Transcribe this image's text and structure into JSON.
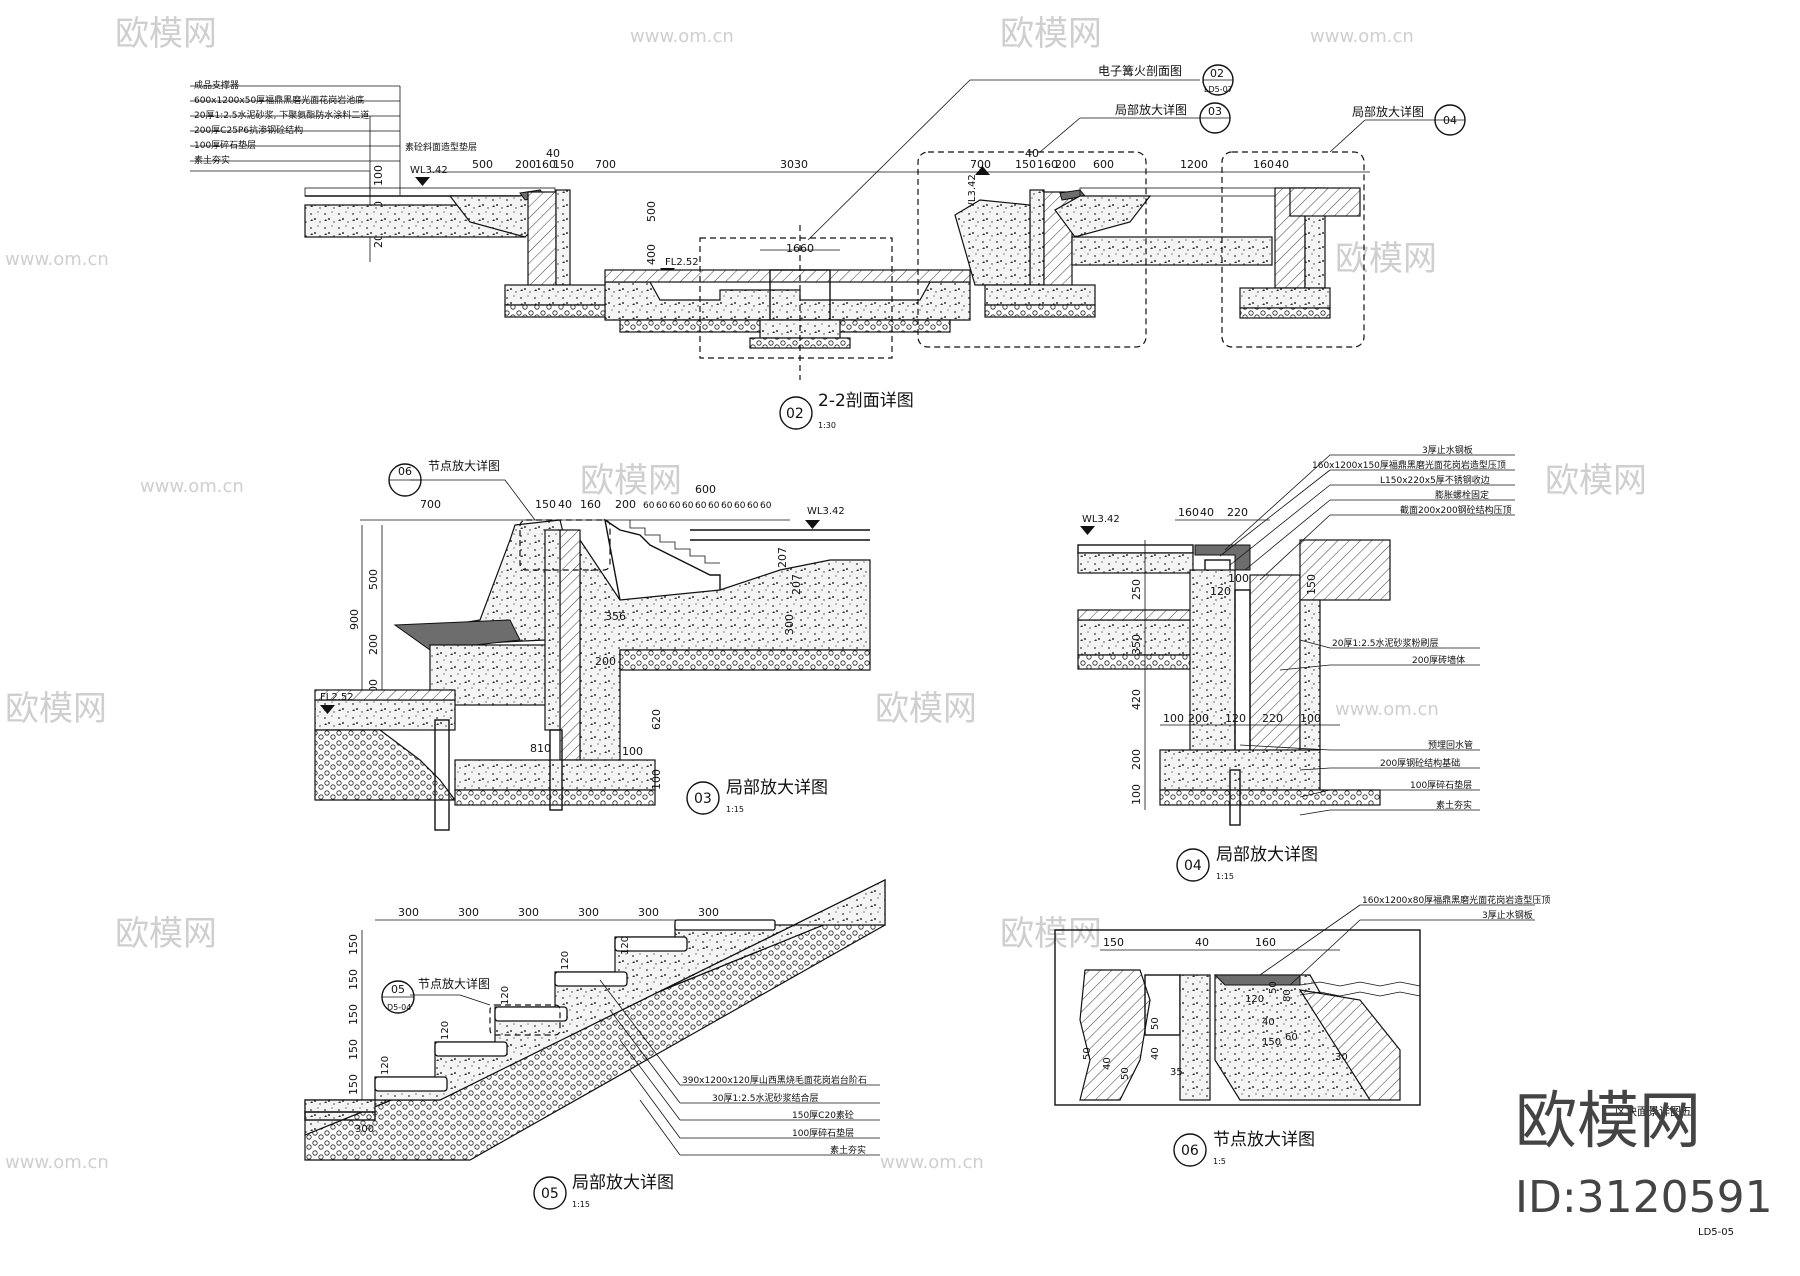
{
  "watermark": {
    "site": "www.om.cn",
    "brand": "欧模网",
    "big_brand": "欧模网",
    "id_label": "ID:3120591"
  },
  "sheet_number": "LD5-05",
  "sheet_title_partial": "区块面景详图五",
  "section_02": {
    "number": "02",
    "title": "2-2剖面详图",
    "scale": "1:30",
    "layer_notes": [
      "成品支撑器",
      "600x1200x50厚福鼎黑磨光面花岗岩池底",
      "20厚1:2.5水泥砂浆, 下聚氨酯防水涂料二道",
      "200厚C25P6抗渗钢砼结构",
      "100厚碎石垫层",
      "素土夯实"
    ],
    "note_slope": "素砼斜面造型垫层",
    "ref_fire": {
      "label": "电子篝火剖面图",
      "num": "02",
      "sheet": "LD5-07"
    },
    "ref_03": {
      "label": "局部放大详图",
      "num": "03"
    },
    "ref_04": {
      "label": "局部放大详图",
      "num": "04"
    },
    "dims_top": [
      "500",
      "200",
      "160",
      "150",
      "40",
      "700",
      "3030",
      "700",
      "150",
      "40",
      "160",
      "200",
      "600",
      "1200",
      "160",
      "40"
    ],
    "dims_vert": [
      "100",
      "250",
      "200",
      "500",
      "400"
    ],
    "dim_1660": "1660",
    "wl_left": "WL3.42",
    "wl_right": "WL3.42",
    "fl": "FL2.52"
  },
  "detail_03": {
    "number": "03",
    "title": "局部放大详图",
    "scale": "1:15",
    "ref_06": {
      "label": "节点放大详图",
      "num": "06"
    },
    "dims_top": [
      "700",
      "150",
      "40",
      "160",
      "200",
      "600"
    ],
    "step_dims": [
      "60",
      "60",
      "60",
      "60",
      "60",
      "60",
      "60",
      "60",
      "60",
      "60"
    ],
    "dims_left": [
      "500",
      "900",
      "200",
      "200"
    ],
    "dims_inner": [
      "207",
      "207",
      "356",
      "200",
      "300",
      "810",
      "620",
      "100",
      "100"
    ],
    "wl": "WL3.42",
    "fl": "FL2.52"
  },
  "detail_04": {
    "number": "04",
    "title": "局部放大详图",
    "scale": "1:15",
    "notes_top": [
      "3厚止水钢板",
      "160x1200x150厚福鼎黑磨光面花岗岩造型压顶",
      "L150x220x5厚不锈钢收边",
      "膨胀螺栓固定",
      "截面200x200钢砼结构压顶"
    ],
    "notes_mid": [
      "20厚1:2.5水泥砂浆粉刷层",
      "200厚砖墙体"
    ],
    "notes_bottom": [
      "预埋回水管",
      "200厚钢砼结构基础",
      "100厚碎石垫层",
      "素土夯实"
    ],
    "dims_top": [
      "160",
      "40",
      "220"
    ],
    "dims_bottom": [
      "100",
      "200",
      "120",
      "220",
      "100"
    ],
    "dims_left": [
      "250",
      "350",
      "420",
      "200",
      "100"
    ],
    "dims_inner": [
      "120",
      "100",
      "150"
    ],
    "wl": "WL3.42"
  },
  "detail_05": {
    "number": "05",
    "title": "局部放大详图",
    "scale": "1:15",
    "ref_05": {
      "label": "节点放大详图",
      "num": "05",
      "sheet": "D5-04"
    },
    "dims_top": [
      "300",
      "300",
      "300",
      "300",
      "300",
      "300"
    ],
    "dims_left": [
      "150",
      "150",
      "150",
      "150",
      "150"
    ],
    "riser_dims": [
      "120",
      "120",
      "120",
      "120",
      "120"
    ],
    "dim_bottom": "300",
    "notes": [
      "390x1200x120厚山西黑烧毛面花岗岩台阶石",
      "30厚1:2.5水泥砂浆结合层",
      "150厚C20素砼",
      "100厚碎石垫层",
      "素土夯实"
    ]
  },
  "detail_06": {
    "number": "06",
    "title": "节点放大详图",
    "scale": "1:5",
    "notes": [
      "160x1200x80厚福鼎黑磨光面花岗岩造型压顶",
      "3厚止水钢板"
    ],
    "dims_top": [
      "150",
      "40",
      "160"
    ],
    "dims_inner": [
      "50",
      "40",
      "50",
      "50",
      "40",
      "35",
      "120",
      "50",
      "80",
      "40",
      "150",
      "60",
      "30"
    ]
  }
}
